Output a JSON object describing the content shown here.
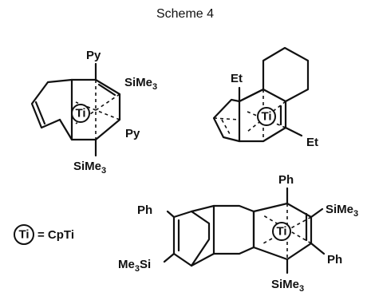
{
  "title": "Scheme 4",
  "metal_label": "Ti",
  "legend": {
    "symbol": "Ti",
    "definition": "= CpTi"
  },
  "structures": [
    {
      "substituents": {
        "top": "Py",
        "right_main": "SiMe",
        "right_sub": "3",
        "bottom_right": "Py",
        "bottom_main": "SiMe",
        "bottom_sub": "3"
      }
    },
    {
      "substituents": {
        "bridgehead": "Et",
        "bottom_right": "Et"
      }
    },
    {
      "substituents": {
        "left": "Ph",
        "left_bottom_main": "Me",
        "left_bottom_sub": "3",
        "left_bottom_tail": "Si",
        "top": "Ph",
        "right_main": "SiMe",
        "right_sub": "3",
        "bottom_right": "Ph",
        "bottom_main": "SiMe",
        "bottom_sub": "3"
      }
    }
  ]
}
